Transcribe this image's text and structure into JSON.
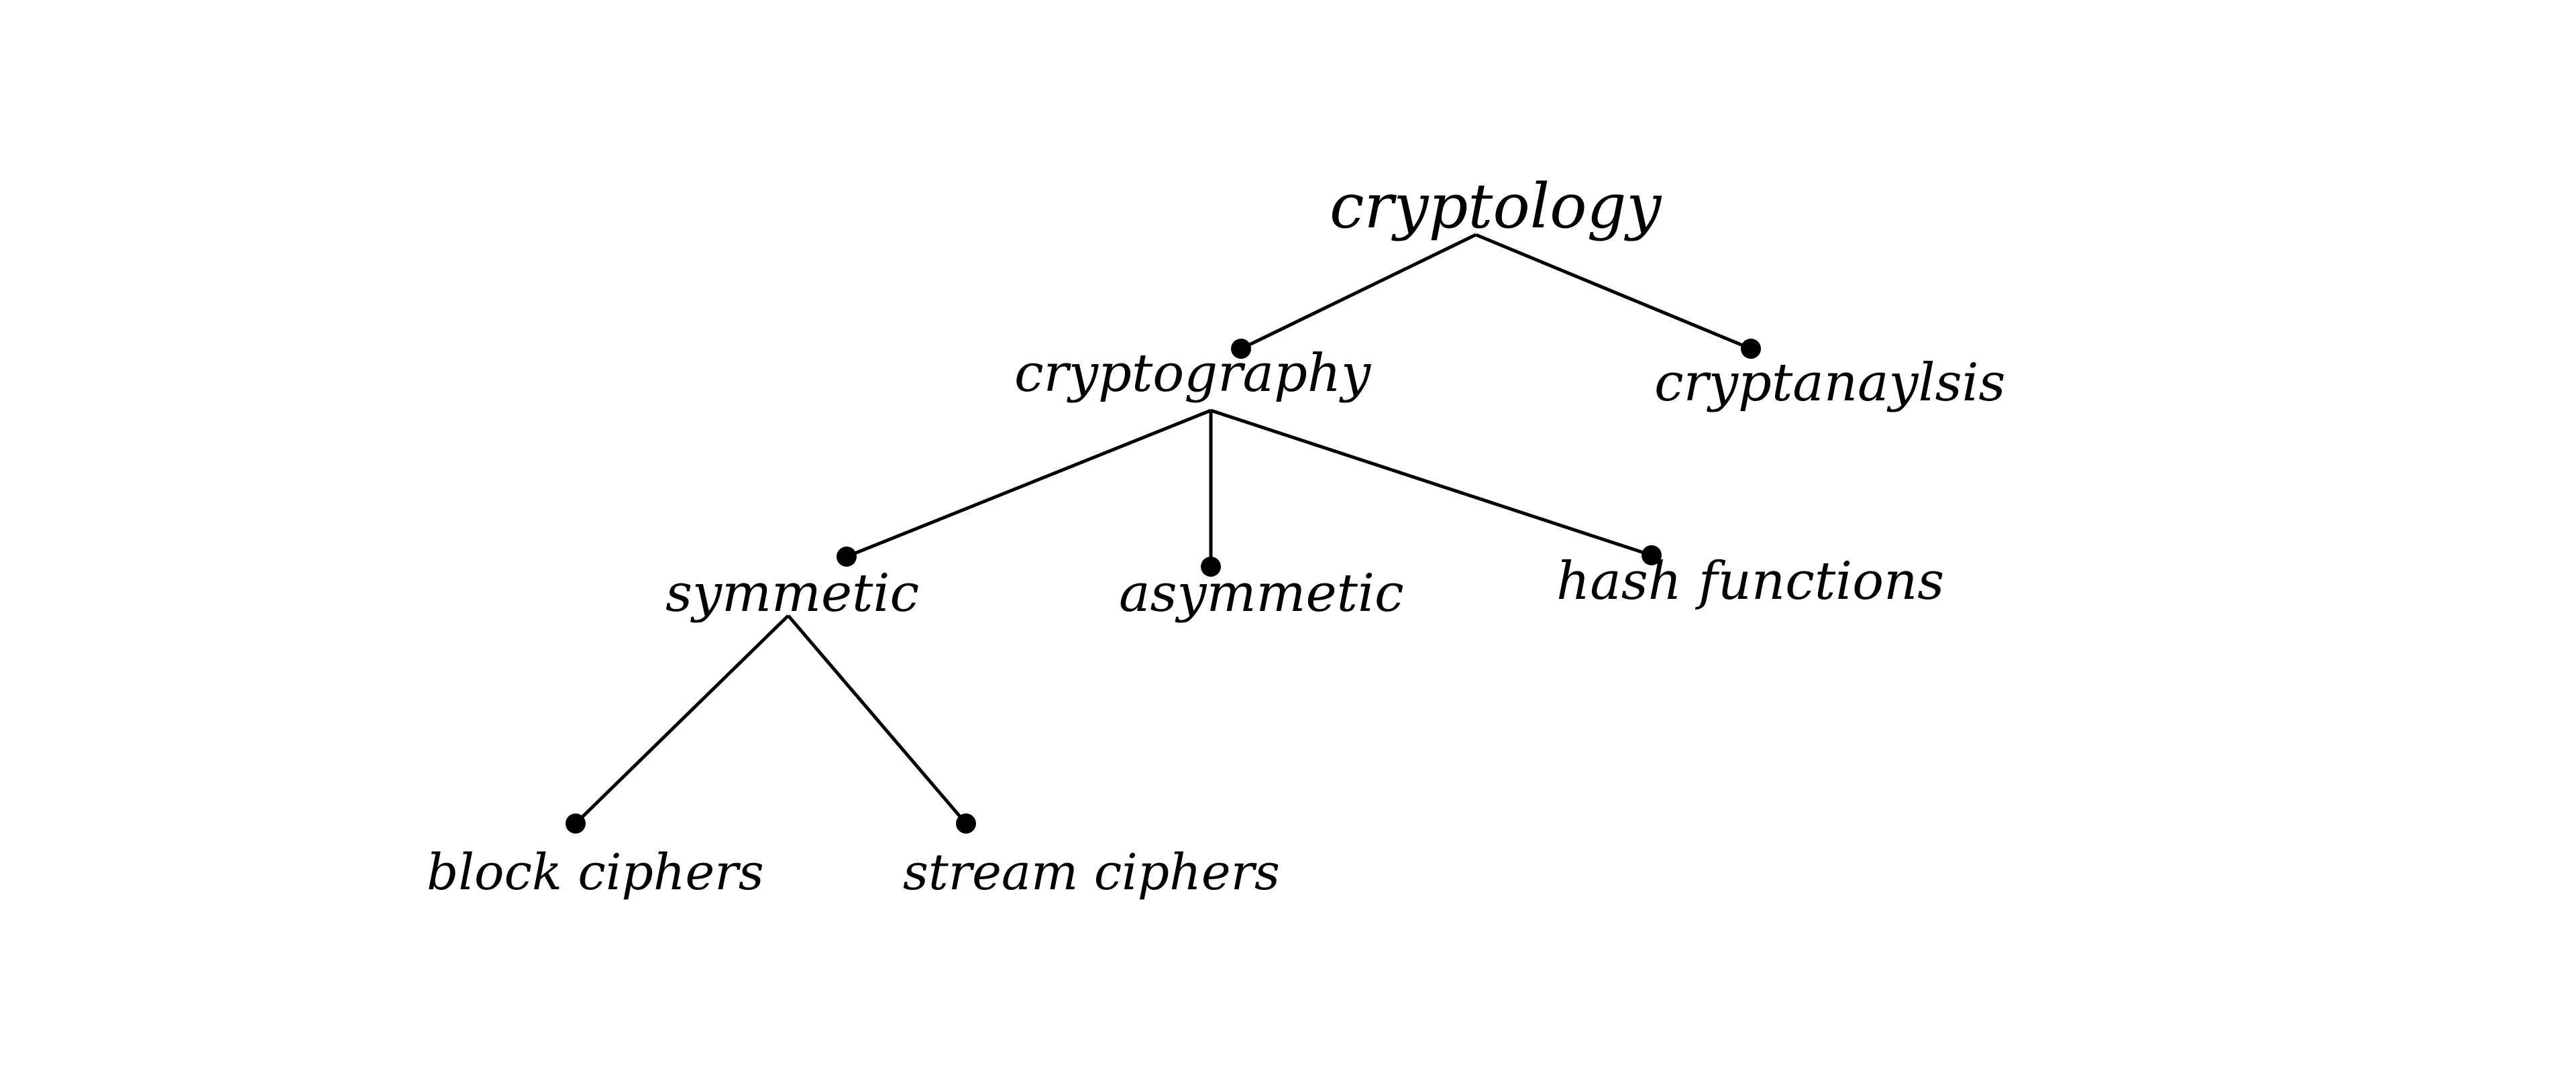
{
  "nodes": {
    "cryptology": "cryptology",
    "cryptography": "cryptography",
    "cryptanaylsis": "cryptanaylsis",
    "symmetic": "symmetic",
    "asymmetic": "asymmetic",
    "hash_functions": "hash functions",
    "block_ciphers": "block ciphers",
    "stream_ciphers": "stream ciphers"
  },
  "colors": {
    "line": "#000000",
    "background": "#ffffff"
  }
}
